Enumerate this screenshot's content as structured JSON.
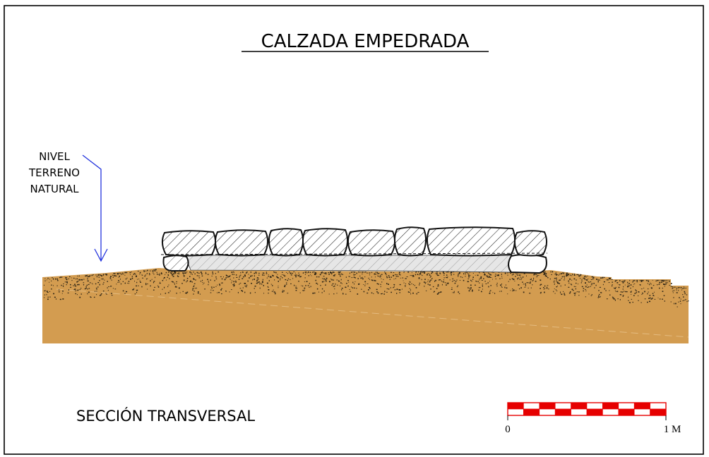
{
  "title": "CALZADA EMPEDRADA",
  "annotation": {
    "lines": [
      "NIVEL",
      "TERRENO",
      "NATURAL"
    ]
  },
  "section_label": "SECCIÓN TRANSVERSAL",
  "scale_bar": {
    "start_label": "0",
    "end_label": "1 M",
    "segments": 10
  },
  "colors": {
    "soil": "#d39c50",
    "speckle": "#2c2416",
    "stone_stroke": "#111111",
    "hatch": "#222222",
    "fill_layer": "#e6e6e6",
    "arrow": "#2233dd",
    "scale_red": "#e60000",
    "frame": "#000000"
  }
}
